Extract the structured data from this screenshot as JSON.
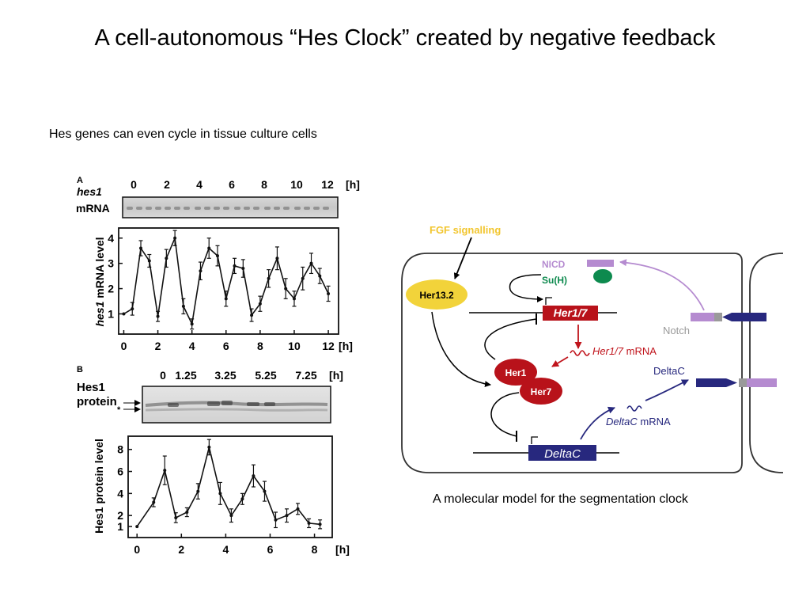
{
  "title": "A cell-autonomous “Hes Clock” created by negative feedback",
  "subtitle": "Hes genes can even cycle in tissue culture cells",
  "caption": "A molecular model for the segmentation clock",
  "figure_left": {
    "panel_a": {
      "letter": "A",
      "row_label_1": "hes1",
      "row_label_2": "mRNA",
      "blot_time_labels": [
        "0",
        "2",
        "4",
        "6",
        "8",
        "10",
        "12"
      ],
      "blot_unit": "[h]"
    },
    "panel_b": {
      "letter": "B",
      "row_label_1": "Hes1",
      "row_label_2": "protein",
      "asterisk": "*",
      "blot_time_labels": [
        "0",
        "1.25",
        "3.25",
        "5.25",
        "7.25"
      ],
      "blot_unit": "[h]"
    }
  },
  "chart_data": [
    {
      "type": "line",
      "ylabel_italic": "hes1",
      "ylabel_rest": " mRNA level",
      "x_unit": "[h]",
      "x_ticks": [
        0,
        2,
        4,
        6,
        8,
        10,
        12
      ],
      "y_ticks": [
        1,
        2,
        3,
        4
      ],
      "xlim": [
        -0.3,
        12.6
      ],
      "ylim": [
        0.2,
        4.4
      ],
      "x": [
        0,
        0.5,
        1,
        1.5,
        2,
        2.5,
        3,
        3.5,
        4,
        4.5,
        5,
        5.5,
        6,
        6.5,
        7,
        7.5,
        8,
        8.5,
        9,
        9.5,
        10,
        10.5,
        11,
        11.5,
        12
      ],
      "y": [
        1.0,
        1.2,
        3.6,
        3.1,
        0.9,
        3.2,
        4.0,
        1.3,
        0.6,
        2.7,
        3.6,
        3.3,
        1.6,
        2.9,
        2.8,
        0.95,
        1.4,
        2.4,
        3.2,
        2.0,
        1.6,
        2.4,
        3.0,
        2.5,
        1.8
      ],
      "err": [
        0.05,
        0.25,
        0.3,
        0.25,
        0.2,
        0.35,
        0.3,
        0.3,
        0.2,
        0.35,
        0.4,
        0.4,
        0.3,
        0.3,
        0.35,
        0.25,
        0.3,
        0.35,
        0.45,
        0.4,
        0.3,
        0.45,
        0.4,
        0.3,
        0.3
      ]
    },
    {
      "type": "line",
      "ylabel": "Hes1 protein level",
      "x_unit": "[h]",
      "x_ticks": [
        0,
        2,
        4,
        6,
        8
      ],
      "y_ticks": [
        1,
        2,
        4,
        6,
        8
      ],
      "xlim": [
        -0.4,
        8.8
      ],
      "ylim": [
        0,
        9.2
      ],
      "x": [
        0,
        0.75,
        1.25,
        1.75,
        2.25,
        2.75,
        3.25,
        3.75,
        4.25,
        4.75,
        5.25,
        5.75,
        6.25,
        6.75,
        7.25,
        7.75,
        8.25
      ],
      "y": [
        1.0,
        3.2,
        6.1,
        1.8,
        2.3,
        4.2,
        8.2,
        4.0,
        2.0,
        3.5,
        5.6,
        4.2,
        1.6,
        2.0,
        2.6,
        1.3,
        1.2
      ],
      "err": [
        0.05,
        0.4,
        1.3,
        0.45,
        0.4,
        0.7,
        0.7,
        1.0,
        0.6,
        0.5,
        1.0,
        0.9,
        0.7,
        0.6,
        0.5,
        0.4,
        0.4
      ]
    }
  ],
  "diagram": {
    "fgf_label": "FGF signalling",
    "her13_label": "Her13.2",
    "nicd_label": "NICD",
    "suh_label": "Su(H)",
    "her17_gene_label": "Her1/7",
    "her17_mrna_italic": "Her1/7",
    "her17_mrna_rest": " mRNA",
    "her1_label": "Her1",
    "her7_label": "Her7",
    "notch_label": "Notch",
    "deltac_label": "DeltaC",
    "deltac_mrna_italic": "DeltaC",
    "deltac_mrna_rest": " mRNA",
    "deltac_gene_label": "DeltaC",
    "colors": {
      "fgf_yellow": "#f2d33a",
      "her_red": "#b8121a",
      "notch_purple": "#b58bd0",
      "delta_navy": "#27287e",
      "suh_green": "#0d8a4e",
      "gray": "#9a9a9a"
    }
  }
}
